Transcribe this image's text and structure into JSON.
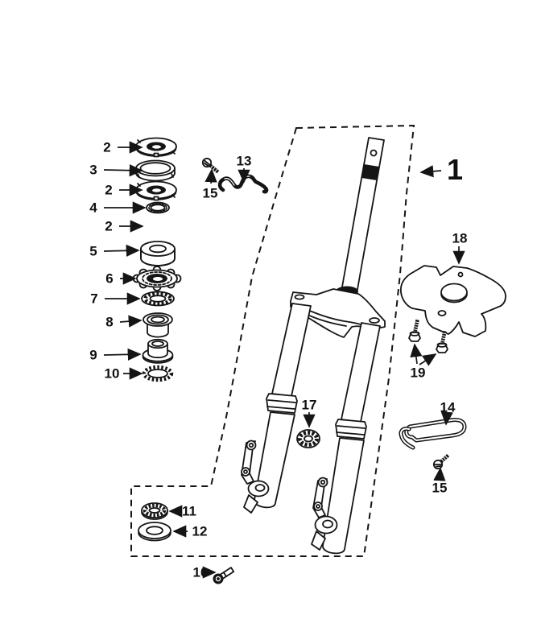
{
  "page": {
    "background": "#ffffff",
    "ink": "#151515"
  },
  "diagram": {
    "type": "exploded-parts-diagram",
    "subject": "front-fork-and-steering-column",
    "callouts": [
      {
        "id": "fork-assembly",
        "label": "1"
      },
      {
        "id": "ring-nut-upper",
        "label": "2"
      },
      {
        "id": "dust-cover",
        "label": "3"
      },
      {
        "id": "ring-nut-middle",
        "label": "2"
      },
      {
        "id": "seal-washer",
        "label": "4"
      },
      {
        "id": "ring-nut-lower",
        "label": "2"
      },
      {
        "id": "upper-bearing",
        "label": "5"
      },
      {
        "id": "adjusting-nut",
        "label": "6"
      },
      {
        "id": "threaded-ring",
        "label": "7"
      },
      {
        "id": "upper-bearing-cup",
        "label": "8"
      },
      {
        "id": "lower-bearing-cone",
        "label": "9"
      },
      {
        "id": "ball-cage",
        "label": "10"
      },
      {
        "id": "lower-seal",
        "label": "11"
      },
      {
        "id": "flat-washer",
        "label": "12"
      },
      {
        "id": "cable-guide-wire",
        "label": "13"
      },
      {
        "id": "wire-clip",
        "label": "14"
      },
      {
        "id": "screw-top",
        "label": "15"
      },
      {
        "id": "screw-bottom",
        "label": "15"
      },
      {
        "id": "socket-bolt",
        "label": "16"
      },
      {
        "id": "dust-seal",
        "label": "17"
      },
      {
        "id": "protector-plate",
        "label": "18"
      },
      {
        "id": "plate-screws",
        "label": "19"
      }
    ]
  }
}
